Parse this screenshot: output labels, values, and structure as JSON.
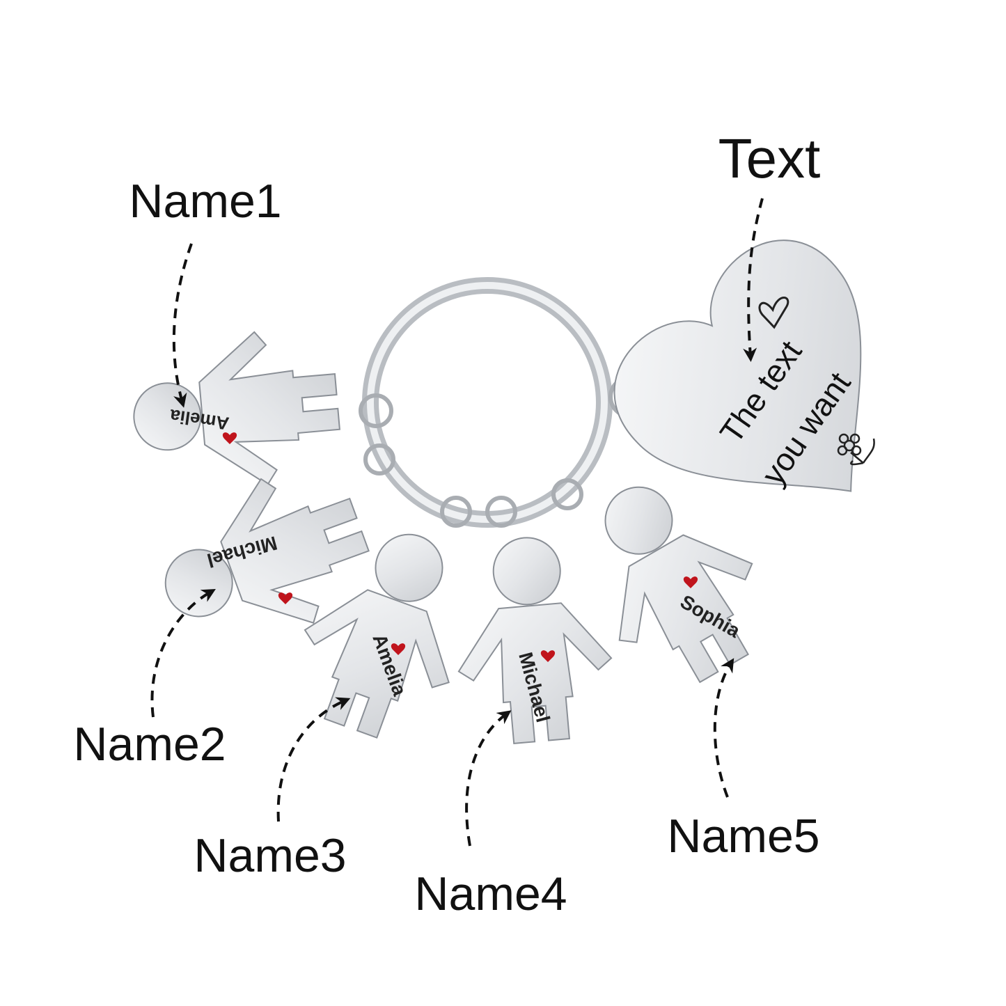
{
  "callouts": {
    "text": "Text",
    "name1": "Name1",
    "name2": "Name2",
    "name3": "Name3",
    "name4": "Name4",
    "name5": "Name5"
  },
  "heart_tag": {
    "line1": "The text",
    "line2": "you want"
  },
  "charms": [
    {
      "name": "Amelia"
    },
    {
      "name": "Michael"
    },
    {
      "name": "Amelia"
    },
    {
      "name": "Michael"
    },
    {
      "name": "Sophia"
    }
  ],
  "colors": {
    "heart": "#c0141c",
    "steel": "#d9dcdf"
  }
}
